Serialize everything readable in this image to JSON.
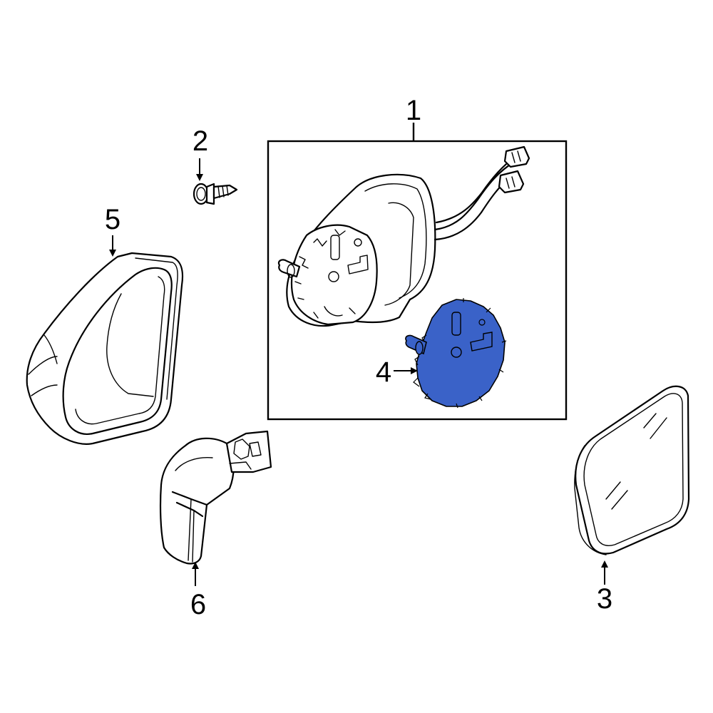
{
  "callouts": {
    "part_1": "1",
    "part_2": "2",
    "part_3": "3",
    "part_4": "4",
    "part_5": "5",
    "part_6": "6"
  },
  "colors": {
    "highlight": "#3a62c8",
    "line": "#000000",
    "background": "#ffffff"
  },
  "highlighted_part": "4"
}
